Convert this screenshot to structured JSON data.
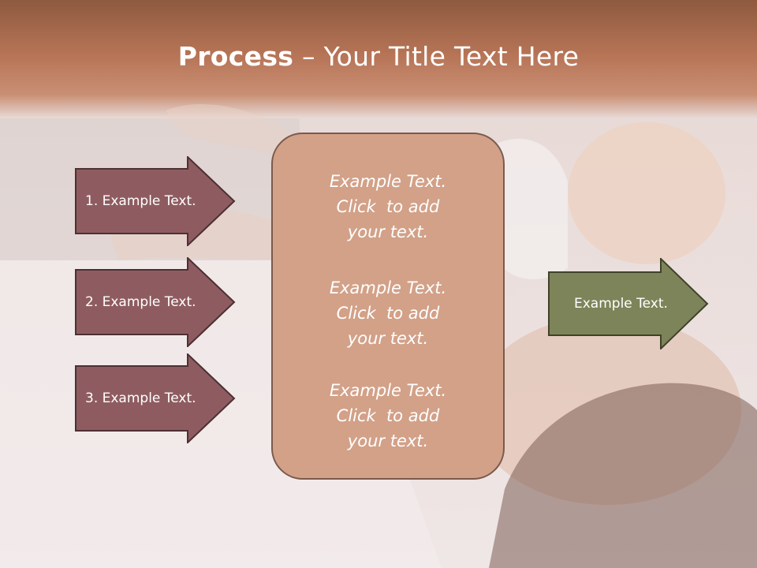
{
  "slide": {
    "title_bold": "Process",
    "title_rest": " – Your Title Text Here"
  },
  "left_arrows": [
    {
      "label": "1. Example Text."
    },
    {
      "label": "2. Example Text."
    },
    {
      "label": "3. Example Text."
    }
  ],
  "center_box": {
    "blocks": [
      {
        "lines": [
          "Example Text.",
          "Click  to add",
          "your text."
        ]
      },
      {
        "lines": [
          "Example Text.",
          "Click  to add",
          "your text."
        ]
      },
      {
        "lines": [
          "Example Text.",
          "Click  to add",
          "your text."
        ]
      }
    ]
  },
  "right_arrow": {
    "label": "Example Text."
  },
  "colors": {
    "left_arrow_fill": "#8e5c60",
    "right_arrow_fill": "#7e8459",
    "center_box_fill": "#d2a188",
    "title_band": "#b77456"
  }
}
